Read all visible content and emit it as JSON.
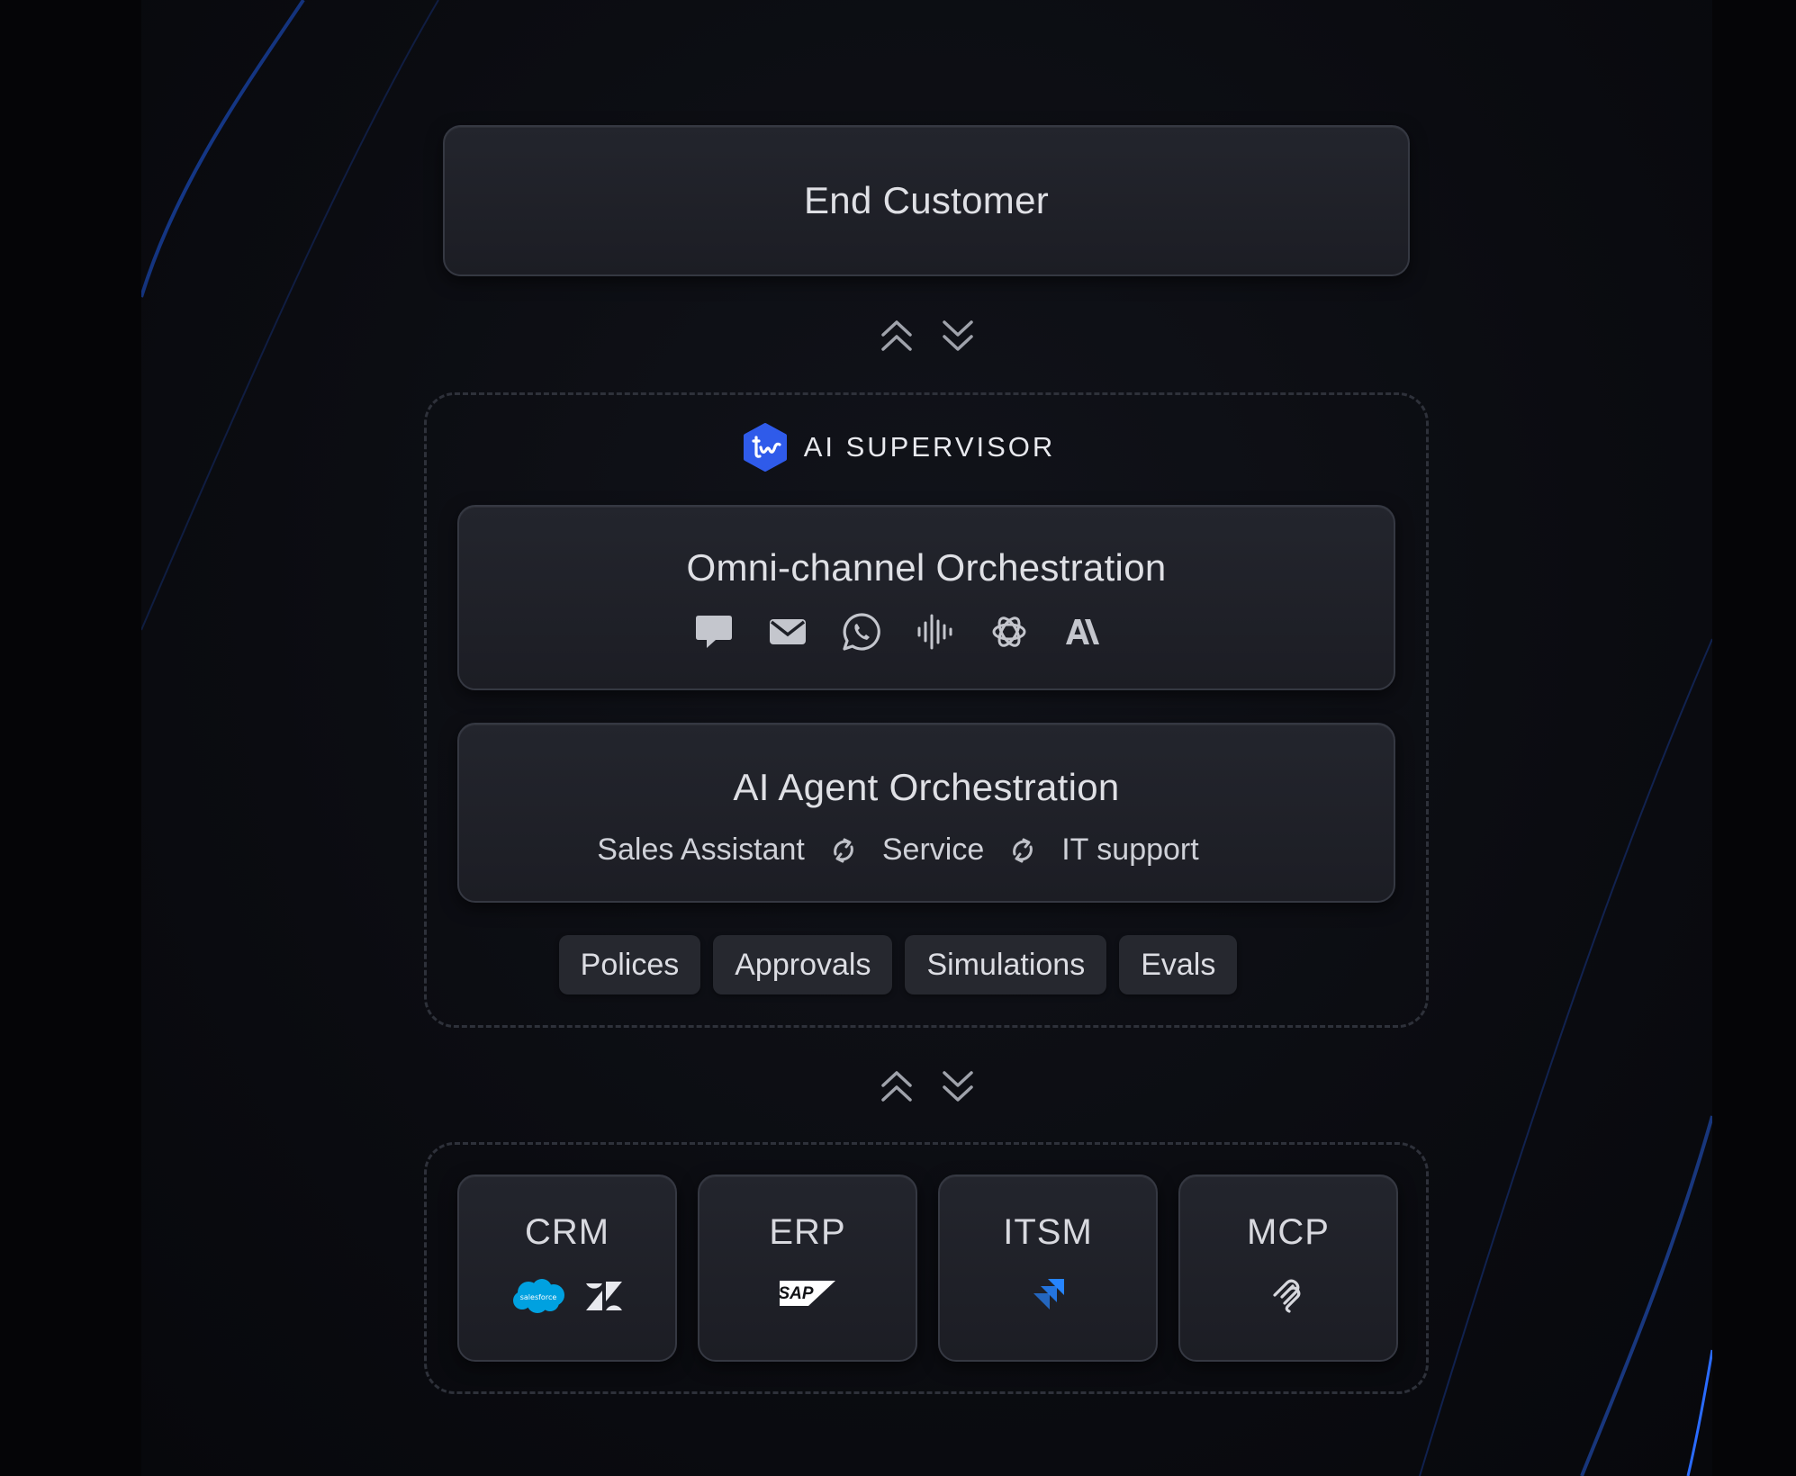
{
  "end_customer": {
    "title": "End Customer"
  },
  "supervisor": {
    "logo_icon": "tw-logo-icon",
    "label": "AI SUPERVISOR"
  },
  "omni": {
    "title": "Omni-channel Orchestration",
    "channels": [
      "chat-bubble-icon",
      "email-icon",
      "whatsapp-icon",
      "voice-waveform-icon",
      "openai-icon",
      "anthropic-icon"
    ]
  },
  "agents": {
    "title": "AI Agent Orchestration",
    "items": [
      "Sales Assistant",
      "Service",
      "IT support"
    ],
    "separator_icon": "sync-icon"
  },
  "controls": [
    "Polices",
    "Approvals",
    "Simulations",
    "Evals"
  ],
  "systems": [
    {
      "name": "CRM",
      "logos": [
        "salesforce-logo",
        "zendesk-logo"
      ]
    },
    {
      "name": "ERP",
      "logos": [
        "sap-logo"
      ]
    },
    {
      "name": "ITSM",
      "logos": [
        "jira-logo"
      ]
    },
    {
      "name": "MCP",
      "logos": [
        "mcp-logo"
      ]
    }
  ],
  "logo_text": {
    "salesforce": "salesforce",
    "sap": "SAP"
  },
  "colors": {
    "background": "#0a0b10",
    "card": "#1f2027",
    "card_border": "#353842",
    "accent_blue": "#2f5bea",
    "salesforce_blue": "#00a1e0",
    "jira_blue": "#2684ff",
    "glow_blue": "#1f63ff"
  }
}
